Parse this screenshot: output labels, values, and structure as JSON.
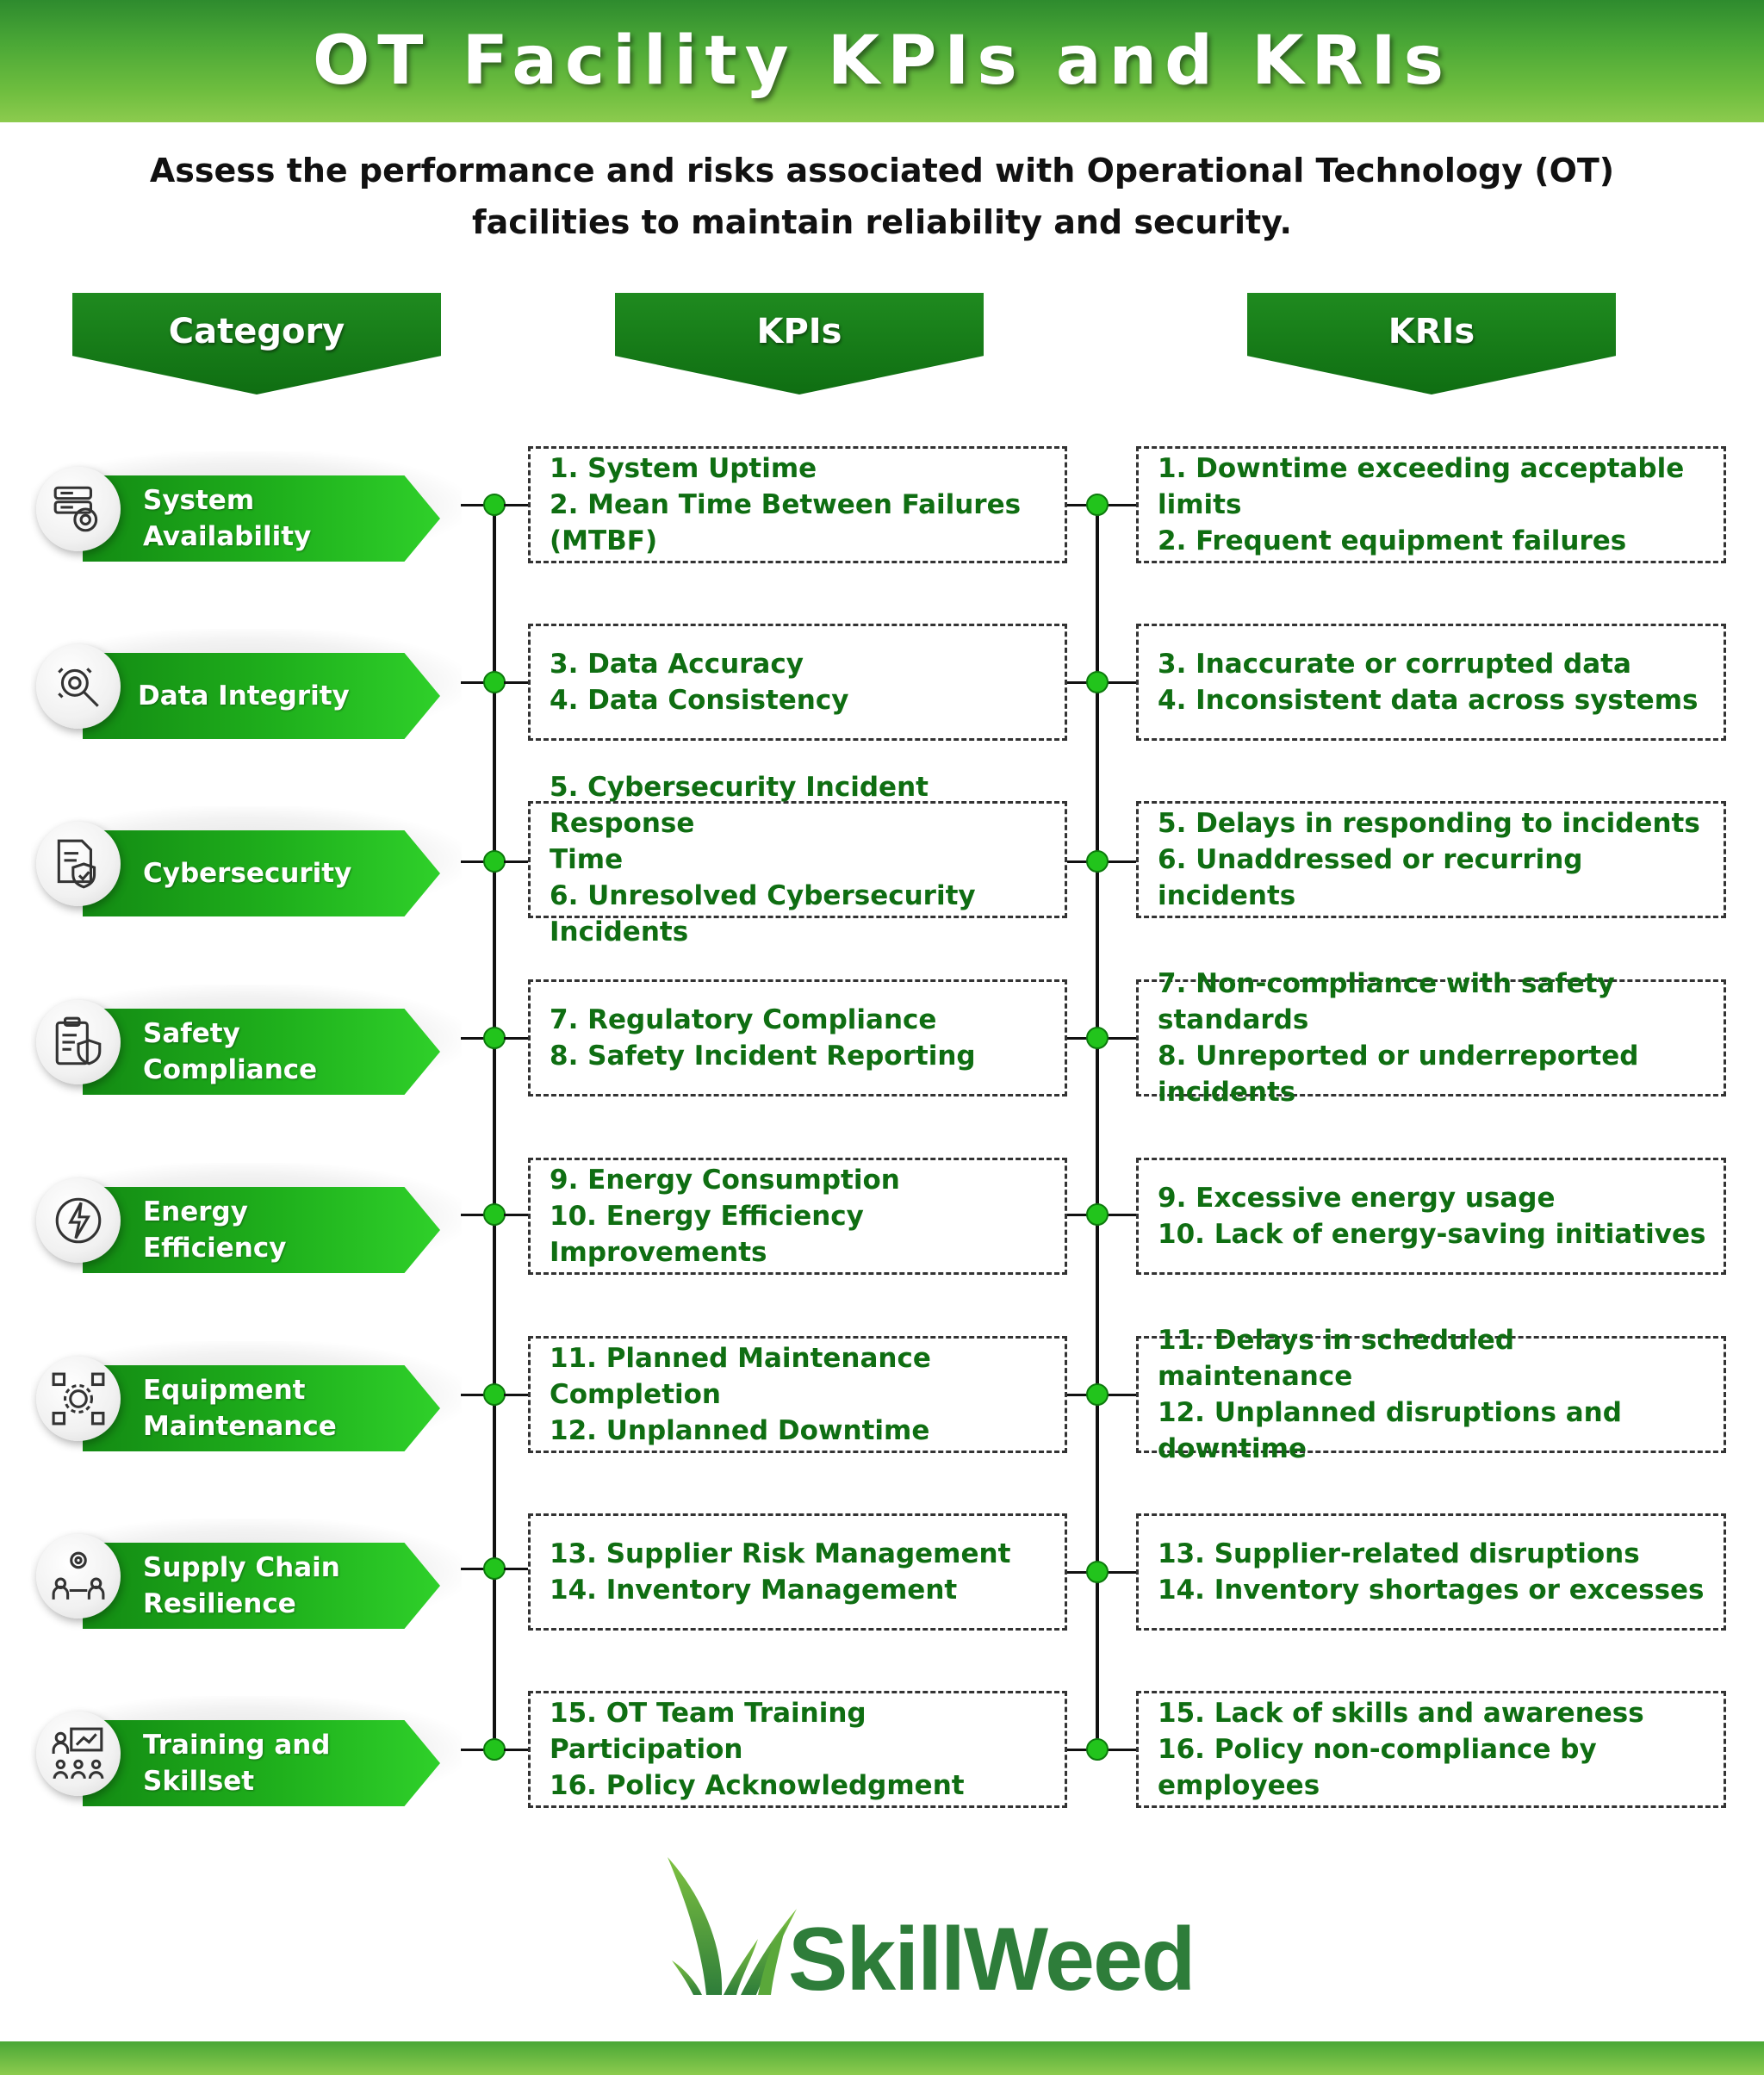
{
  "title": "OT Facility KPIs and KRIs",
  "subtitle": "Assess the performance and risks associated with Operational Technology (OT) facilities to maintain reliability and security.",
  "headers": {
    "category": "Category",
    "kpis": "KPIs",
    "kris": "KRIs"
  },
  "rows": [
    {
      "category": "System Availability",
      "icon": "server-gear-icon",
      "kpi": [
        "1. System Uptime",
        "2. Mean Time Between Failures (MTBF)"
      ],
      "kri": [
        "1. Downtime exceeding acceptable limits",
        "2. Frequent equipment failures"
      ]
    },
    {
      "category": "Data Integrity",
      "icon": "data-search-icon",
      "kpi": [
        "3. Data Accuracy",
        "4. Data Consistency"
      ],
      "kri": [
        "3. Inaccurate or corrupted data",
        "4. Inconsistent data across systems"
      ]
    },
    {
      "category": "Cybersecurity",
      "icon": "document-shield-icon",
      "kpi": [
        "5. Cybersecurity Incident Response",
        "Time",
        "6. Unresolved Cybersecurity Incidents"
      ],
      "kri": [
        "5. Delays in responding to incidents",
        "6. Unaddressed or recurring incidents"
      ]
    },
    {
      "category": "Safety Compliance",
      "icon": "clipboard-shield-icon",
      "kpi": [
        "7. Regulatory Compliance",
        "8. Safety Incident Reporting"
      ],
      "kri": [
        "7. Non-compliance with safety standards",
        "8. Unreported or underreported incidents"
      ]
    },
    {
      "category": "Energy Efficiency",
      "icon": "lightning-icon",
      "kpi": [
        "9. Energy Consumption",
        "10. Energy Efficiency Improvements"
      ],
      "kri": [
        "9. Excessive energy usage",
        "10. Lack of energy-saving initiatives"
      ]
    },
    {
      "category": "Equipment Maintenance",
      "icon": "maintenance-gear-icon",
      "kpi": [
        "11. Planned Maintenance Completion",
        "12. Unplanned Downtime"
      ],
      "kri": [
        "11. Delays in scheduled maintenance",
        "12. Unplanned disruptions and downtime"
      ]
    },
    {
      "category": "Supply Chain Resilience",
      "icon": "supply-chain-icon",
      "kpi": [
        "13. Supplier Risk Management",
        "14. Inventory Management"
      ],
      "kri": [
        "13. Supplier-related disruptions",
        "14. Inventory shortages or excesses"
      ]
    },
    {
      "category": "Training and Skillset",
      "icon": "training-presentation-icon",
      "kpi": [
        "15. OT Team Training Participation",
        "16. Policy Acknowledgment"
      ],
      "kri": [
        "15. Lack of skills and awareness",
        "16. Policy non-compliance by employees"
      ]
    }
  ],
  "brand": "SkillWeed",
  "colors": {
    "primary_green": "#1fb01c",
    "dark_green": "#0f6e12",
    "text_green": "#0f6e12"
  }
}
